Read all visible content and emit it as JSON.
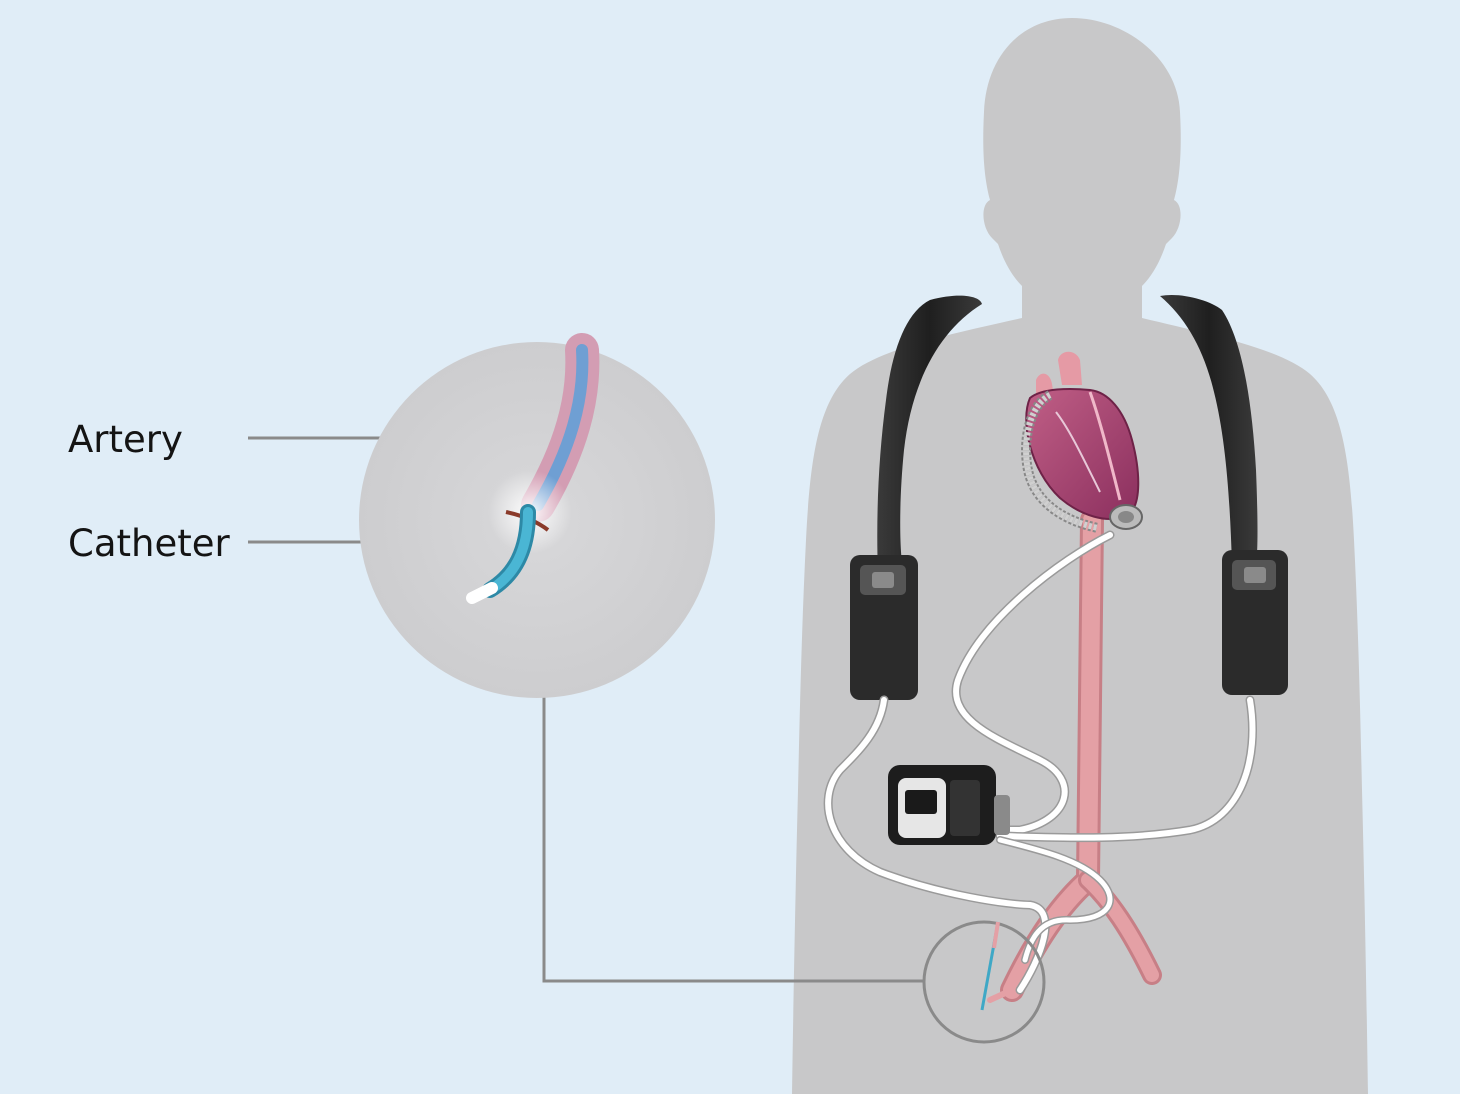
{
  "labels": {
    "artery": "Artery",
    "catheter": "Catheter"
  },
  "colors": {
    "background": "#e0edf7",
    "silhouette": "#c8c8c9",
    "magnifier_circle": "#d1d1d3",
    "leader_line": "#8a8a8a",
    "artery": "#e4a0a5",
    "catheter": "#3fa8c6",
    "harness": "#2a2a2a",
    "heart": "#a0456e",
    "cable": "#ffffff"
  },
  "icons": {
    "heart": "heart-illustration",
    "controller": "pump-controller-device",
    "harness": "shoulder-harness",
    "battery_left": "battery-pack-left",
    "battery_right": "battery-pack-right"
  }
}
